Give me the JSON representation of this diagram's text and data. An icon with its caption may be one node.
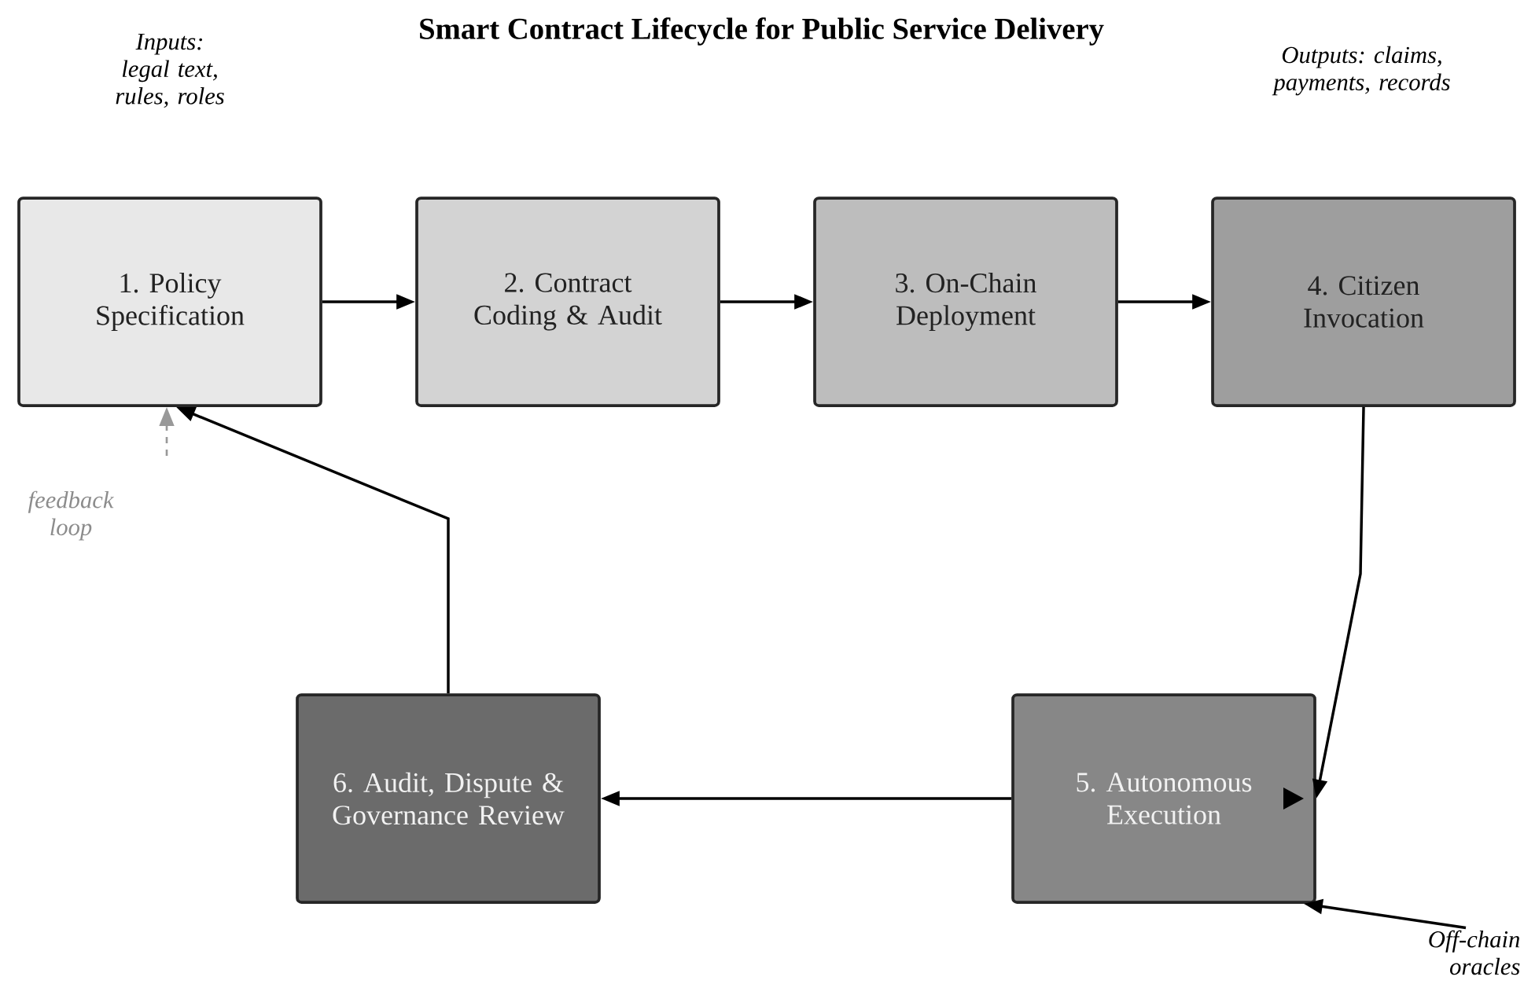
{
  "diagram": {
    "title": "Smart Contract Lifecycle for Public Service Delivery",
    "nodes": [
      {
        "text": [
          "1. Policy Specification"
        ]
      },
      {
        "text": [
          "2. Contract Coding & Audit"
        ]
      },
      {
        "text": [
          "3. On-Chain Deployment"
        ]
      },
      {
        "text": [
          "4. Citizen Invocation"
        ]
      },
      {
        "text": [
          "5. Autonomous Execution"
        ]
      },
      {
        "text": [
          "6. Audit, Dispute & Governance Review"
        ]
      },
      {
        "text": [
          "Off-chain oracles"
        ]
      }
    ],
    "edges": [
      {
        "from": 0,
        "to": 1,
        "arrow": "to"
      },
      {
        "from": 1,
        "to": 2,
        "arrow": "to"
      },
      {
        "from": 2,
        "to": 3,
        "arrow": "to"
      },
      {
        "from": 3,
        "to": 4,
        "arrow": "to"
      },
      {
        "from": 4,
        "to": 5,
        "arrow": "to"
      },
      {
        "from": 5,
        "to": 0,
        "arrow": "to"
      },
      {
        "from": 6,
        "to": 4,
        "arrow": "to"
      },
      {
        "from": null,
        "to": 0,
        "arrow": "to",
        "style": "dashed",
        "color": "#999999"
      }
    ],
    "labels": [
      "Inputs: legal text, rules, roles",
      "Outputs: claims, payments, records",
      "feedback loop"
    ]
  }
}
